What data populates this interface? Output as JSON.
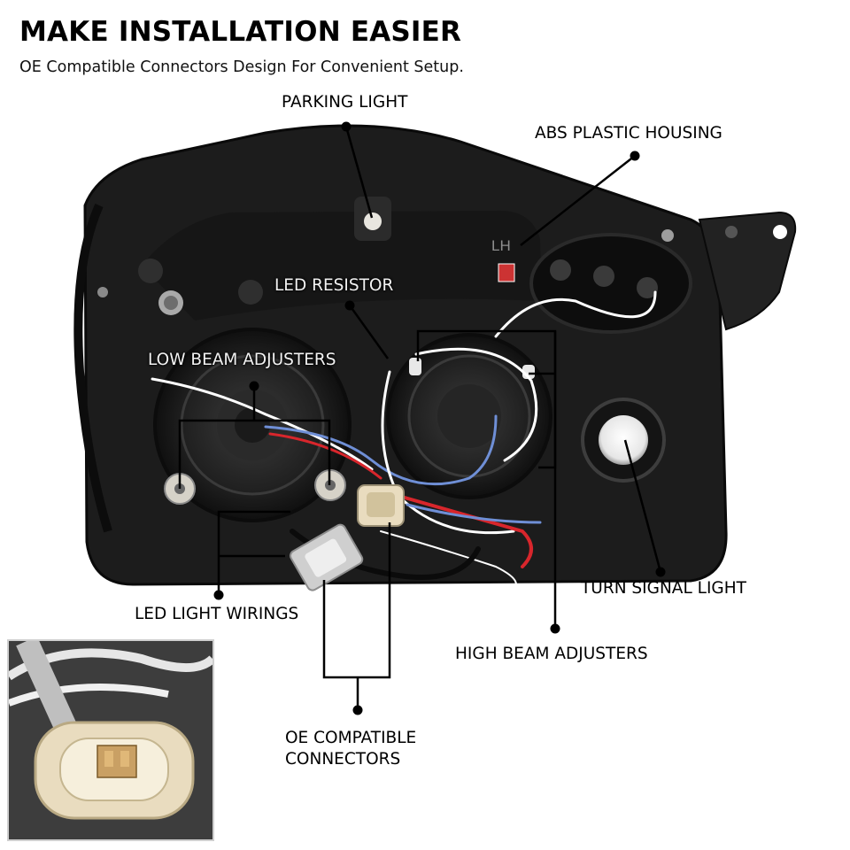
{
  "header": {
    "title": "MAKE INSTALLATION EASIER",
    "subtitle": "OE Compatible Connectors Design For Convenient Setup."
  },
  "callouts": {
    "parking_light": "PARKING LIGHT",
    "abs_housing": "ABS PLASTIC HOUSING",
    "led_resistor": "LED RESISTOR",
    "low_beam_adjusters": "LOW BEAM ADJUSTERS",
    "turn_signal_light": "TURN SIGNAL LIGHT",
    "led_light_wirings": "LED LIGHT WIRINGS",
    "high_beam_adjusters": "HIGH BEAM ADJUSTERS",
    "oe_connectors_line1": "OE COMPATIBLE",
    "oe_connectors_line2": "CONNECTORS"
  },
  "housing_marks": {
    "side": "LH"
  },
  "colors": {
    "housing": "#1c1c1c",
    "leader": "#000000",
    "connector": "#e9dcbf",
    "wire_red": "#d8262c",
    "wire_blue": "#6f8fd6"
  }
}
